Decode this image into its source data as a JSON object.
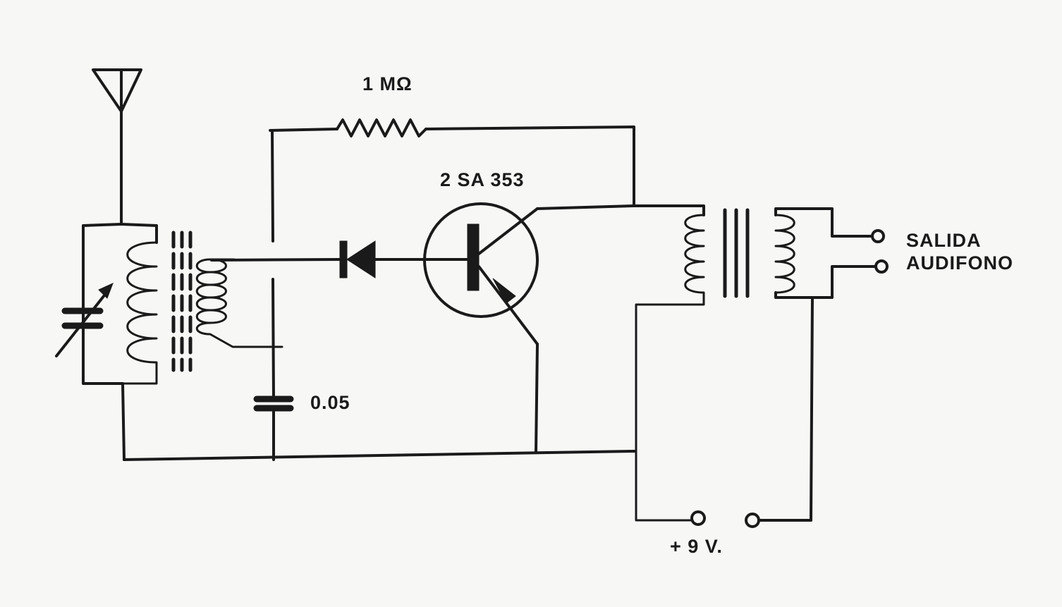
{
  "labels": {
    "resistor": "1 MΩ",
    "transistor": "2 SA 353",
    "capacitor": "0.05",
    "output_line1": "SALIDA",
    "output_line2": "AUDIFONO",
    "battery": "+ 9 V."
  }
}
